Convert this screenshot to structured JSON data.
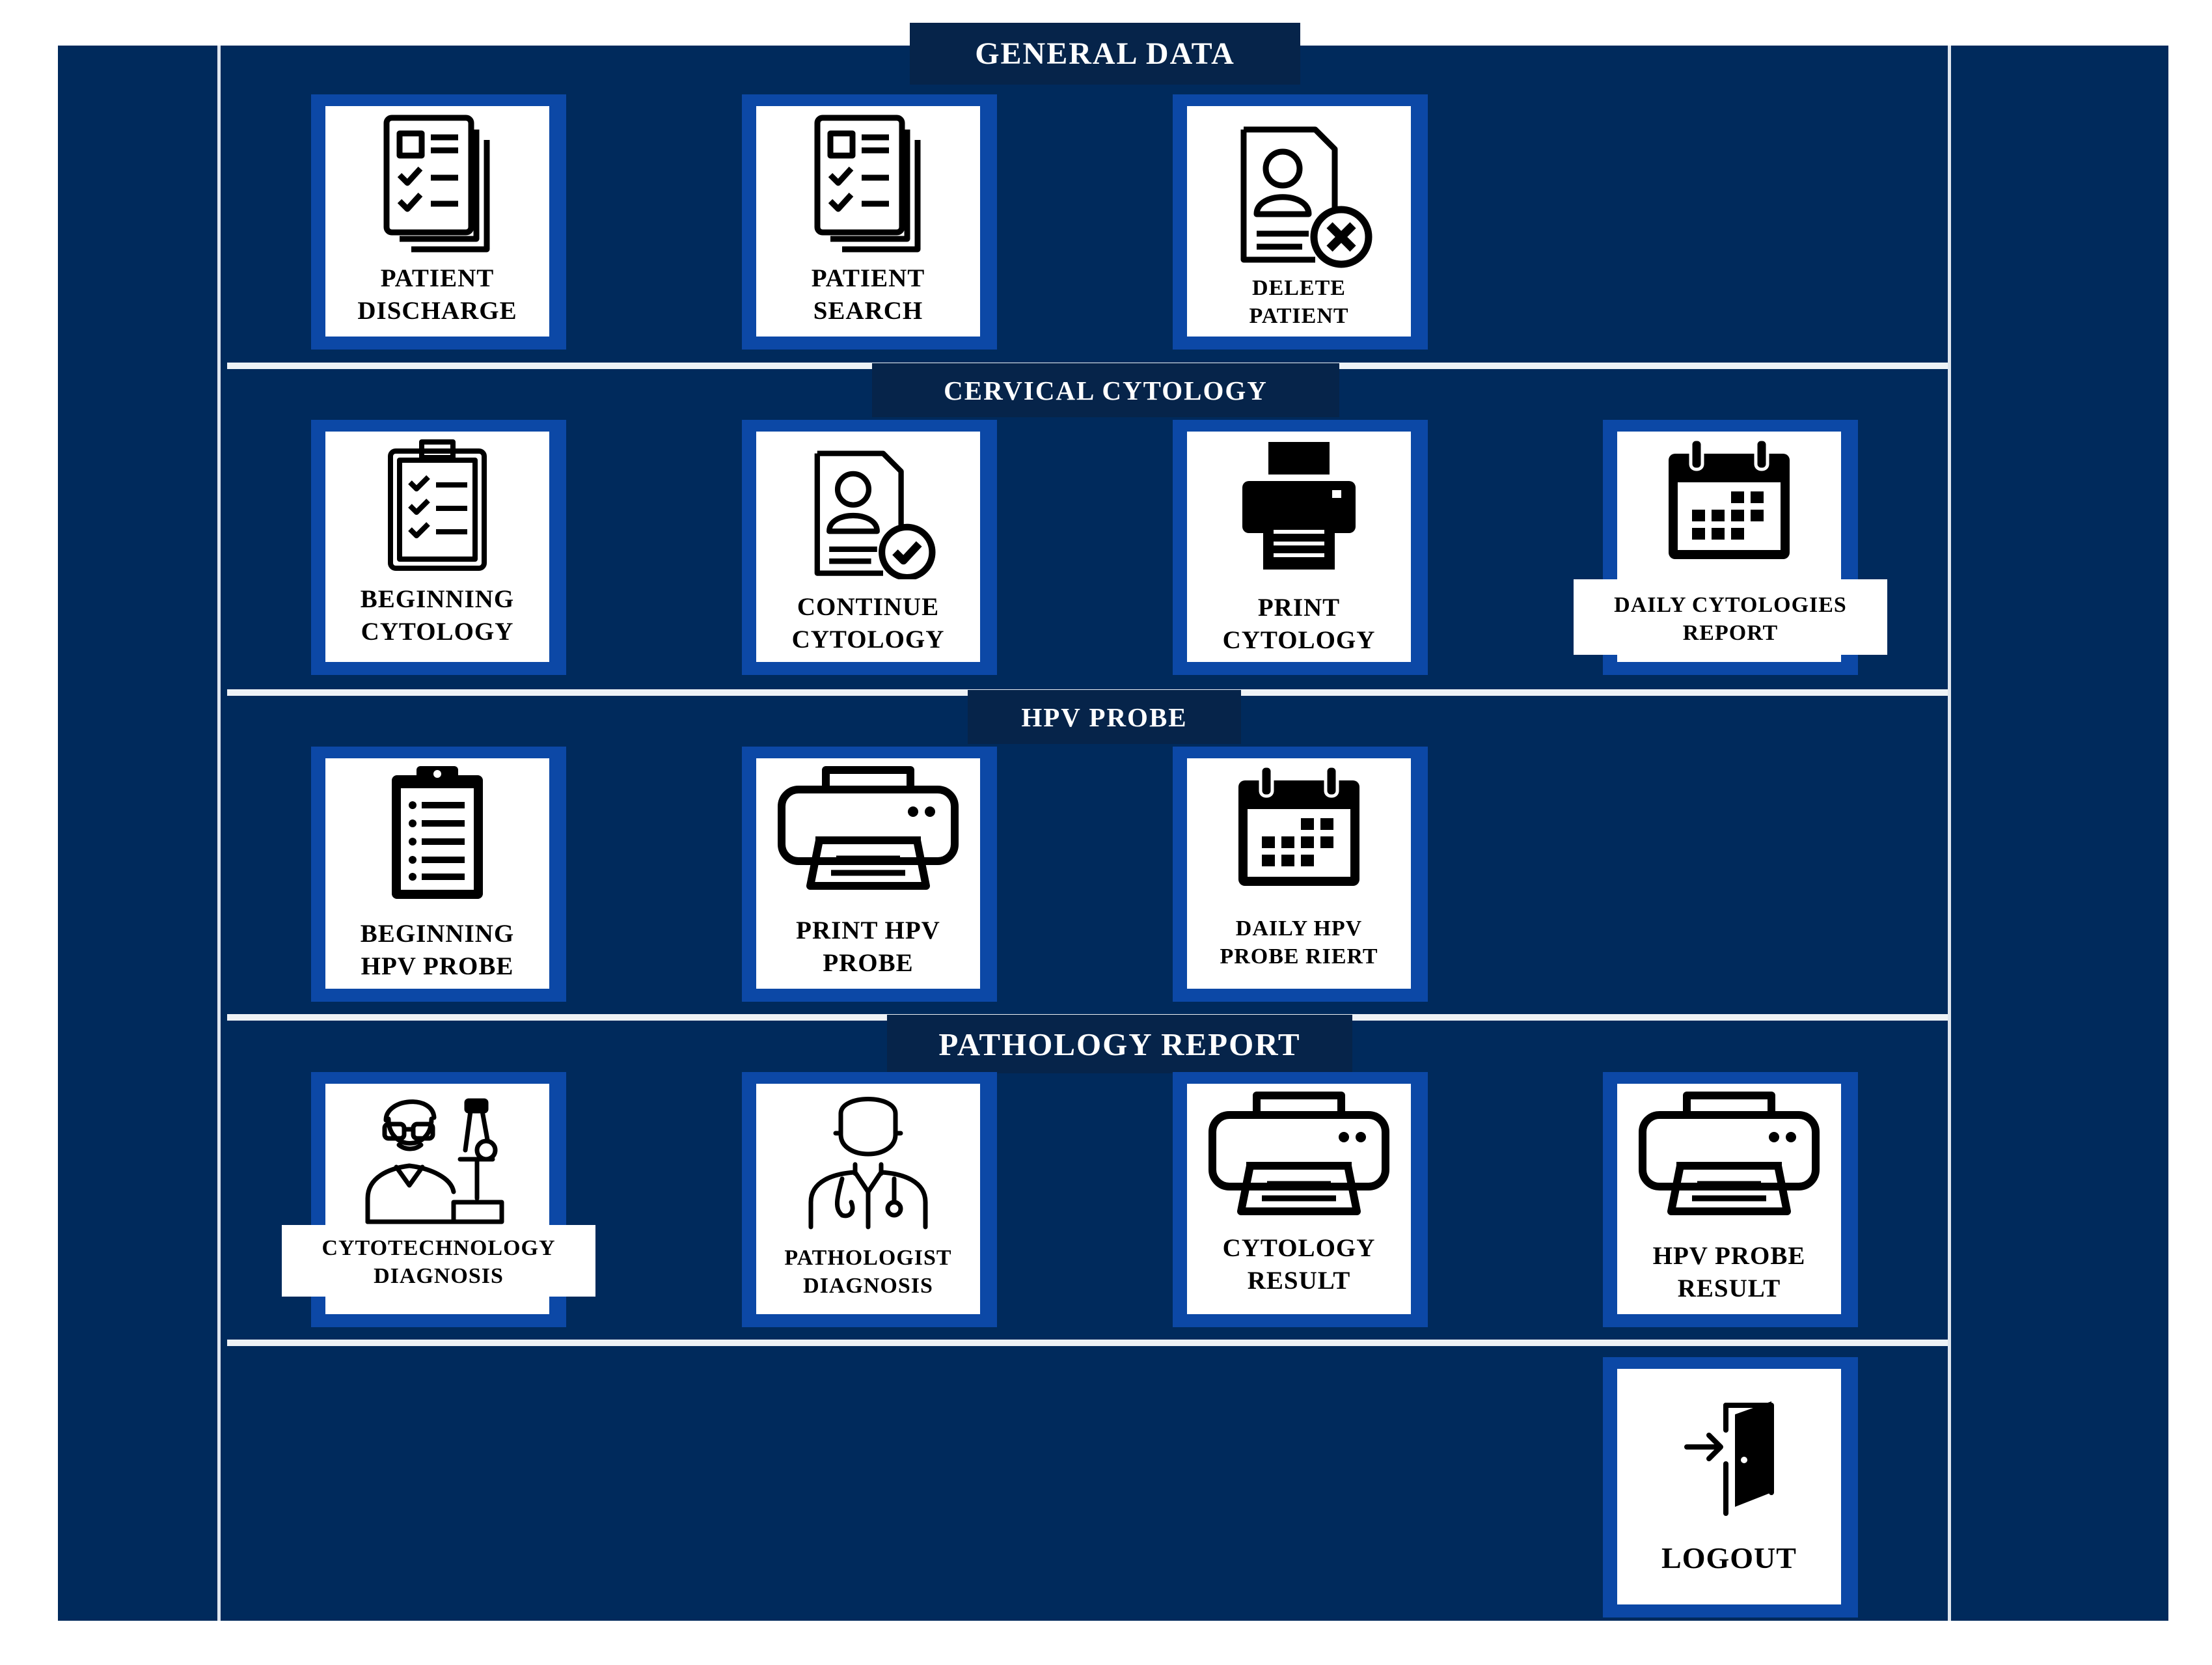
{
  "colors": {
    "panel": "#002a5c",
    "header_band": "#06244a",
    "tile_border": "#0c48a6",
    "tile_face": "#ffffff",
    "divider": "#eef2f6"
  },
  "sections": {
    "general": {
      "title": "GENERAL DATA"
    },
    "cytology": {
      "title": "CERVICAL CYTOLOGY"
    },
    "hpv": {
      "title": "HPV PROBE"
    },
    "pathology": {
      "title": "PATHOLOGY REPORT"
    }
  },
  "tiles": {
    "patient_discharge": {
      "icon": "checklist-documents-icon",
      "line1": "PATIENT",
      "line2": "DISCHARGE"
    },
    "patient_search": {
      "icon": "checklist-documents-icon",
      "line1": "PATIENT",
      "line2": "SEARCH"
    },
    "delete_patient": {
      "icon": "patient-record-delete-icon",
      "line1": "DELETE",
      "line2": "PATIENT"
    },
    "beginning_cytology": {
      "icon": "clipboard-checklist-icon",
      "line1": "BEGINNING",
      "line2": "CYTOLOGY"
    },
    "continue_cytology": {
      "icon": "patient-record-check-icon",
      "line1": "CONTINUE",
      "line2": "CYTOLOGY"
    },
    "print_cytology": {
      "icon": "printer-icon",
      "line1": "PRINT",
      "line2": "CYTOLOGY"
    },
    "daily_cytologies_report": {
      "icon": "calendar-icon",
      "line1": "DAILY CYTOLOGIES",
      "line2": "REPORT"
    },
    "beginning_hpv_probe": {
      "icon": "clipboard-list-icon",
      "line1": "BEGINNING",
      "line2": "HPV PROBE"
    },
    "print_hpv_probe": {
      "icon": "printer-icon",
      "line1": "PRINT HPV",
      "line2": "PROBE"
    },
    "daily_hpv_probe": {
      "icon": "calendar-icon",
      "line1": "DAILY HPV",
      "line2": "PROBE RIERT"
    },
    "cytotechnology_diagnosis": {
      "icon": "scientist-microscope-icon",
      "line1": "CYTOTECHNOLOGY",
      "line2": "DIAGNOSIS"
    },
    "pathologist_diagnosis": {
      "icon": "doctor-icon",
      "line1": "PATHOLOGIST",
      "line2": "DIAGNOSIS"
    },
    "cytology_result": {
      "icon": "printer-icon",
      "line1": "CYTOLOGY",
      "line2": "RESULT"
    },
    "hpv_probe_result": {
      "icon": "printer-icon",
      "line1": "HPV PROBE",
      "line2": "RESULT"
    },
    "logout": {
      "icon": "door-exit-icon",
      "line1": "LOGOUT"
    }
  }
}
